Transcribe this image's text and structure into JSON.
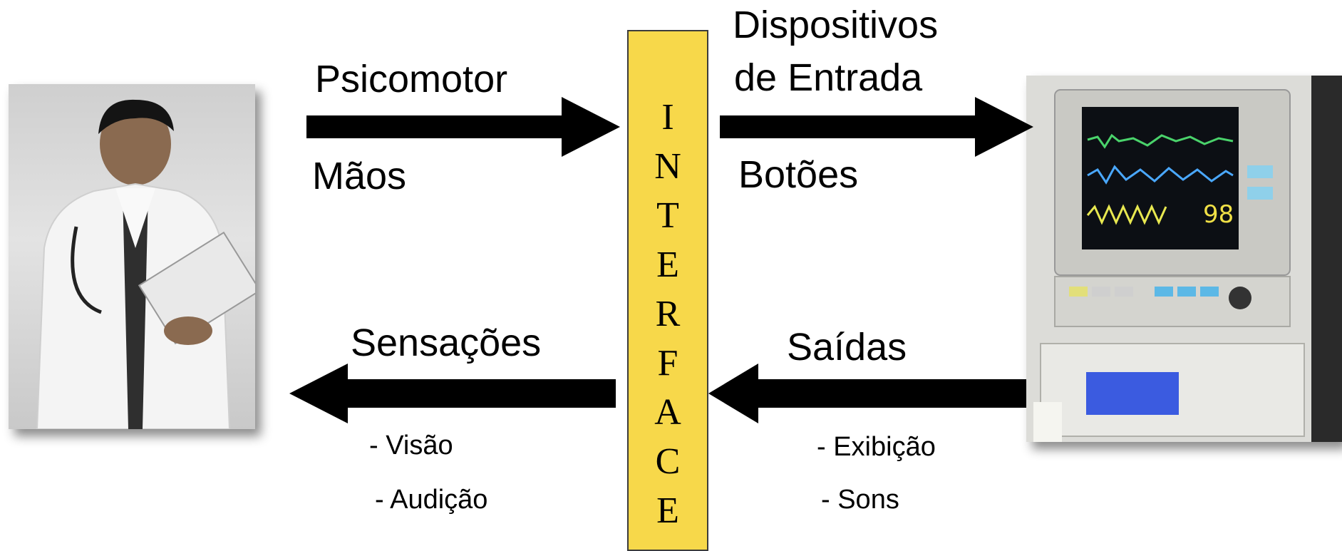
{
  "interface": {
    "letters": [
      "I",
      "N",
      "T",
      "E",
      "R",
      "F",
      "A",
      "C",
      "E"
    ],
    "color": "#f7d84a"
  },
  "top_left": {
    "label": "Psicomotor",
    "sub": "Mãos"
  },
  "top_right": {
    "label_line1": "Dispositivos",
    "label_line2": "de Entrada",
    "sub": "Botões"
  },
  "bottom_left": {
    "label": "Sensações",
    "item1": "-  Visão",
    "item2": "- Audição"
  },
  "bottom_right": {
    "label": "Saídas",
    "item1": "- Exibição",
    "item2": "- Sons"
  },
  "images": {
    "left": "doctor-reading-chart-photo",
    "right": "patient-monitor-device-photo",
    "monitor_reading": "98"
  }
}
